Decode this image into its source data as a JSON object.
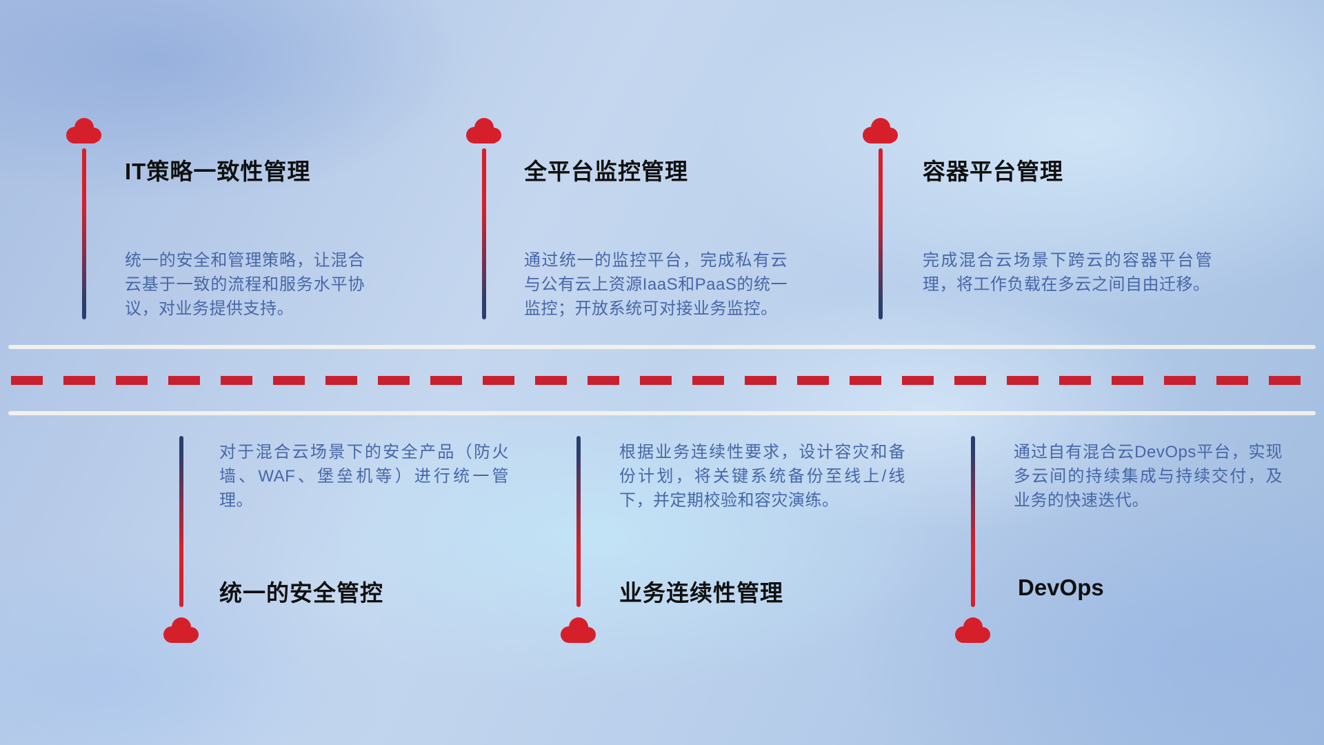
{
  "diagram_title": "",
  "colors": {
    "cloud_red": "#d5202c",
    "dash_red": "#c92030",
    "road_white": "#f7f3ee",
    "line_navy": "#2c3d6d",
    "desc_blue": "#4767a8",
    "title_black": "#101010"
  },
  "items_top": [
    {
      "title": "IT策略一致性管理",
      "desc": "统一的安全和管理策略，让混合云基于一致的流程和服务水平协议，对业务提供支持。"
    },
    {
      "title": "全平台监控管理",
      "desc": "通过统一的监控平台，完成私有云与公有云上资源IaaS和PaaS的统一监控；开放系统可对接业务监控。"
    },
    {
      "title": "容器平台管理",
      "desc": "完成混合云场景下跨云的容器平台管理，将工作负载在多云之间自由迁移。"
    }
  ],
  "items_bottom": [
    {
      "title": "统一的安全管控",
      "desc": "对于混合云场景下的安全产品（防火墙、WAF、堡垒机等）进行统一管理。"
    },
    {
      "title": "业务连续性管理",
      "desc": "根据业务连续性要求，设计容灾和备份计划，将关键系统备份至线上/线下，并定期校验和容灾演练。"
    },
    {
      "title": "DevOps",
      "desc": "通过自有混合云DevOps平台，实现多云间的持续集成与持续交付，及业务的快速迭代。"
    }
  ]
}
